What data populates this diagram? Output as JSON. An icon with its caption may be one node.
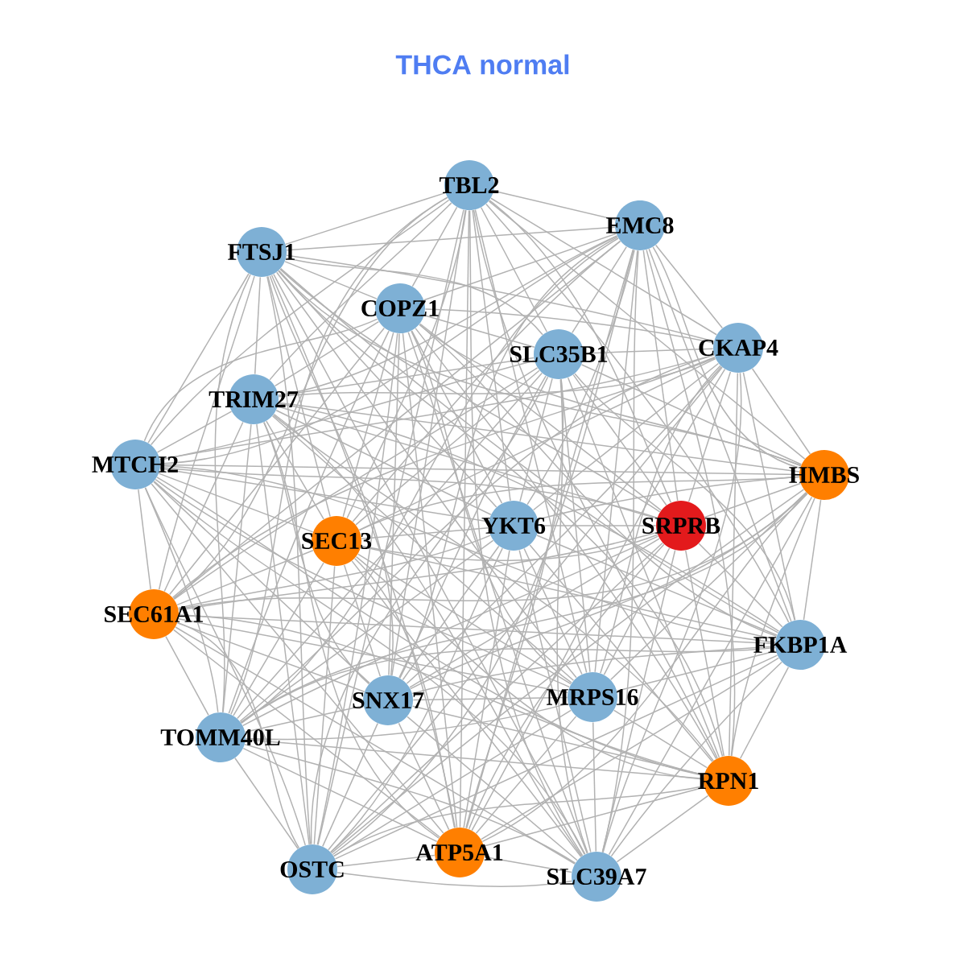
{
  "diagram": {
    "title": "THCA normal",
    "nodes": [
      {
        "text": [
          "TBL2"
        ]
      },
      {
        "text": [
          "EMC8"
        ]
      },
      {
        "text": [
          "FTSJ1"
        ]
      },
      {
        "text": [
          "COPZ1"
        ]
      },
      {
        "text": [
          "SLC35B1"
        ]
      },
      {
        "text": [
          "CKAP4"
        ]
      },
      {
        "text": [
          "TRIM27"
        ]
      },
      {
        "text": [
          "MTCH2"
        ]
      },
      {
        "text": [
          "HMBS"
        ]
      },
      {
        "text": [
          "SEC13"
        ]
      },
      {
        "text": [
          "YKT6"
        ]
      },
      {
        "text": [
          "SRPRB"
        ]
      },
      {
        "text": [
          "SEC61A1"
        ]
      },
      {
        "text": [
          "FKBP1A"
        ]
      },
      {
        "text": [
          "TOMM40L"
        ]
      },
      {
        "text": [
          "SNX17"
        ]
      },
      {
        "text": [
          "MRPS16"
        ]
      },
      {
        "text": [
          "RPN1"
        ]
      },
      {
        "text": [
          "OSTC"
        ]
      },
      {
        "text": [
          "ATP5A1"
        ]
      },
      {
        "text": [
          "SLC39A7"
        ]
      }
    ],
    "edges": [
      {
        "from": 0,
        "to": 1,
        "arrow": "none"
      },
      {
        "from": 0,
        "to": 2,
        "arrow": "none"
      },
      {
        "from": 0,
        "to": 3,
        "arrow": "none"
      },
      {
        "from": 0,
        "to": 4,
        "arrow": "none"
      },
      {
        "from": 0,
        "to": 5,
        "arrow": "none"
      },
      {
        "from": 0,
        "to": 6,
        "arrow": "none"
      },
      {
        "from": 0,
        "to": 7,
        "arrow": "none"
      },
      {
        "from": 0,
        "to": 8,
        "arrow": "none"
      },
      {
        "from": 0,
        "to": 9,
        "arrow": "none"
      },
      {
        "from": 0,
        "to": 10,
        "arrow": "none"
      },
      {
        "from": 0,
        "to": 11,
        "arrow": "none"
      },
      {
        "from": 0,
        "to": 12,
        "arrow": "none"
      },
      {
        "from": 0,
        "to": 13,
        "arrow": "none"
      },
      {
        "from": 0,
        "to": 14,
        "arrow": "none"
      },
      {
        "from": 0,
        "to": 15,
        "arrow": "none"
      },
      {
        "from": 0,
        "to": 16,
        "arrow": "none"
      },
      {
        "from": 0,
        "to": 17,
        "arrow": "none"
      },
      {
        "from": 0,
        "to": 18,
        "arrow": "none"
      },
      {
        "from": 0,
        "to": 19,
        "arrow": "none"
      },
      {
        "from": 0,
        "to": 20,
        "arrow": "none"
      },
      {
        "from": 1,
        "to": 2,
        "arrow": "none"
      },
      {
        "from": 1,
        "to": 3,
        "arrow": "none"
      },
      {
        "from": 1,
        "to": 4,
        "arrow": "none"
      },
      {
        "from": 1,
        "to": 5,
        "arrow": "none"
      },
      {
        "from": 1,
        "to": 6,
        "arrow": "none"
      },
      {
        "from": 1,
        "to": 7,
        "arrow": "none"
      },
      {
        "from": 1,
        "to": 8,
        "arrow": "none"
      },
      {
        "from": 1,
        "to": 9,
        "arrow": "none"
      },
      {
        "from": 1,
        "to": 10,
        "arrow": "none"
      },
      {
        "from": 1,
        "to": 11,
        "arrow": "none"
      },
      {
        "from": 1,
        "to": 12,
        "arrow": "none"
      },
      {
        "from": 1,
        "to": 13,
        "arrow": "none"
      },
      {
        "from": 1,
        "to": 14,
        "arrow": "none"
      },
      {
        "from": 1,
        "to": 15,
        "arrow": "none"
      },
      {
        "from": 1,
        "to": 16,
        "arrow": "none"
      },
      {
        "from": 1,
        "to": 17,
        "arrow": "none"
      },
      {
        "from": 1,
        "to": 18,
        "arrow": "none"
      },
      {
        "from": 1,
        "to": 19,
        "arrow": "none"
      },
      {
        "from": 1,
        "to": 20,
        "arrow": "none"
      },
      {
        "from": 2,
        "to": 3,
        "arrow": "none"
      },
      {
        "from": 2,
        "to": 4,
        "arrow": "none"
      },
      {
        "from": 2,
        "to": 5,
        "arrow": "none"
      },
      {
        "from": 2,
        "to": 6,
        "arrow": "none"
      },
      {
        "from": 2,
        "to": 7,
        "arrow": "none"
      },
      {
        "from": 2,
        "to": 8,
        "arrow": "none"
      },
      {
        "from": 2,
        "to": 9,
        "arrow": "none"
      },
      {
        "from": 2,
        "to": 10,
        "arrow": "none"
      },
      {
        "from": 2,
        "to": 11,
        "arrow": "none"
      },
      {
        "from": 2,
        "to": 12,
        "arrow": "none"
      },
      {
        "from": 2,
        "to": 13,
        "arrow": "none"
      },
      {
        "from": 2,
        "to": 14,
        "arrow": "none"
      },
      {
        "from": 2,
        "to": 15,
        "arrow": "none"
      },
      {
        "from": 2,
        "to": 16,
        "arrow": "none"
      },
      {
        "from": 2,
        "to": 17,
        "arrow": "none"
      },
      {
        "from": 2,
        "to": 18,
        "arrow": "none"
      },
      {
        "from": 2,
        "to": 19,
        "arrow": "none"
      },
      {
        "from": 2,
        "to": 20,
        "arrow": "none"
      },
      {
        "from": 3,
        "to": 4,
        "arrow": "none"
      },
      {
        "from": 3,
        "to": 5,
        "arrow": "none"
      },
      {
        "from": 3,
        "to": 6,
        "arrow": "none"
      },
      {
        "from": 3,
        "to": 7,
        "arrow": "none"
      },
      {
        "from": 3,
        "to": 8,
        "arrow": "none"
      },
      {
        "from": 3,
        "to": 9,
        "arrow": "none"
      },
      {
        "from": 3,
        "to": 10,
        "arrow": "none"
      },
      {
        "from": 3,
        "to": 11,
        "arrow": "none"
      },
      {
        "from": 3,
        "to": 12,
        "arrow": "none"
      },
      {
        "from": 3,
        "to": 13,
        "arrow": "none"
      },
      {
        "from": 3,
        "to": 14,
        "arrow": "none"
      },
      {
        "from": 3,
        "to": 15,
        "arrow": "none"
      },
      {
        "from": 3,
        "to": 16,
        "arrow": "none"
      },
      {
        "from": 3,
        "to": 17,
        "arrow": "none"
      },
      {
        "from": 3,
        "to": 18,
        "arrow": "none"
      },
      {
        "from": 3,
        "to": 19,
        "arrow": "none"
      },
      {
        "from": 3,
        "to": 20,
        "arrow": "none"
      },
      {
        "from": 4,
        "to": 5,
        "arrow": "none"
      },
      {
        "from": 4,
        "to": 6,
        "arrow": "none"
      },
      {
        "from": 4,
        "to": 7,
        "arrow": "none"
      },
      {
        "from": 4,
        "to": 8,
        "arrow": "none"
      },
      {
        "from": 4,
        "to": 9,
        "arrow": "none"
      },
      {
        "from": 4,
        "to": 10,
        "arrow": "none"
      },
      {
        "from": 4,
        "to": 11,
        "arrow": "none"
      },
      {
        "from": 4,
        "to": 12,
        "arrow": "none"
      },
      {
        "from": 4,
        "to": 13,
        "arrow": "none"
      },
      {
        "from": 4,
        "to": 14,
        "arrow": "none"
      },
      {
        "from": 4,
        "to": 15,
        "arrow": "none"
      },
      {
        "from": 4,
        "to": 16,
        "arrow": "none"
      },
      {
        "from": 4,
        "to": 17,
        "arrow": "none"
      },
      {
        "from": 4,
        "to": 18,
        "arrow": "none"
      },
      {
        "from": 4,
        "to": 19,
        "arrow": "none"
      },
      {
        "from": 4,
        "to": 20,
        "arrow": "none"
      },
      {
        "from": 5,
        "to": 6,
        "arrow": "none"
      },
      {
        "from": 5,
        "to": 7,
        "arrow": "none"
      },
      {
        "from": 5,
        "to": 8,
        "arrow": "none"
      },
      {
        "from": 5,
        "to": 9,
        "arrow": "none"
      },
      {
        "from": 5,
        "to": 10,
        "arrow": "none"
      },
      {
        "from": 5,
        "to": 11,
        "arrow": "none"
      },
      {
        "from": 5,
        "to": 12,
        "arrow": "none"
      },
      {
        "from": 5,
        "to": 13,
        "arrow": "none"
      },
      {
        "from": 5,
        "to": 14,
        "arrow": "none"
      },
      {
        "from": 5,
        "to": 15,
        "arrow": "none"
      },
      {
        "from": 5,
        "to": 16,
        "arrow": "none"
      },
      {
        "from": 5,
        "to": 17,
        "arrow": "none"
      },
      {
        "from": 5,
        "to": 18,
        "arrow": "none"
      },
      {
        "from": 5,
        "to": 19,
        "arrow": "none"
      },
      {
        "from": 5,
        "to": 20,
        "arrow": "none"
      },
      {
        "from": 6,
        "to": 7,
        "arrow": "none"
      },
      {
        "from": 6,
        "to": 8,
        "arrow": "none"
      },
      {
        "from": 6,
        "to": 9,
        "arrow": "none"
      },
      {
        "from": 6,
        "to": 10,
        "arrow": "none"
      },
      {
        "from": 6,
        "to": 11,
        "arrow": "none"
      },
      {
        "from": 6,
        "to": 12,
        "arrow": "none"
      },
      {
        "from": 6,
        "to": 13,
        "arrow": "none"
      },
      {
        "from": 6,
        "to": 14,
        "arrow": "none"
      },
      {
        "from": 6,
        "to": 15,
        "arrow": "none"
      },
      {
        "from": 6,
        "to": 16,
        "arrow": "none"
      },
      {
        "from": 6,
        "to": 17,
        "arrow": "none"
      },
      {
        "from": 6,
        "to": 18,
        "arrow": "none"
      },
      {
        "from": 6,
        "to": 19,
        "arrow": "none"
      },
      {
        "from": 6,
        "to": 20,
        "arrow": "none"
      },
      {
        "from": 7,
        "to": 8,
        "arrow": "none"
      },
      {
        "from": 7,
        "to": 9,
        "arrow": "none"
      },
      {
        "from": 7,
        "to": 10,
        "arrow": "none"
      },
      {
        "from": 7,
        "to": 11,
        "arrow": "none"
      },
      {
        "from": 7,
        "to": 12,
        "arrow": "none"
      },
      {
        "from": 7,
        "to": 13,
        "arrow": "none"
      },
      {
        "from": 7,
        "to": 14,
        "arrow": "none"
      },
      {
        "from": 7,
        "to": 15,
        "arrow": "none"
      },
      {
        "from": 7,
        "to": 16,
        "arrow": "none"
      },
      {
        "from": 7,
        "to": 17,
        "arrow": "none"
      },
      {
        "from": 7,
        "to": 18,
        "arrow": "none"
      },
      {
        "from": 7,
        "to": 19,
        "arrow": "none"
      },
      {
        "from": 7,
        "to": 20,
        "arrow": "none"
      },
      {
        "from": 8,
        "to": 9,
        "arrow": "none"
      },
      {
        "from": 8,
        "to": 10,
        "arrow": "none"
      },
      {
        "from": 8,
        "to": 11,
        "arrow": "none"
      },
      {
        "from": 8,
        "to": 12,
        "arrow": "none"
      },
      {
        "from": 8,
        "to": 13,
        "arrow": "none"
      },
      {
        "from": 8,
        "to": 14,
        "arrow": "none"
      },
      {
        "from": 8,
        "to": 15,
        "arrow": "none"
      },
      {
        "from": 8,
        "to": 16,
        "arrow": "none"
      },
      {
        "from": 8,
        "to": 17,
        "arrow": "none"
      },
      {
        "from": 8,
        "to": 18,
        "arrow": "none"
      },
      {
        "from": 8,
        "to": 19,
        "arrow": "none"
      },
      {
        "from": 8,
        "to": 20,
        "arrow": "none"
      },
      {
        "from": 9,
        "to": 10,
        "arrow": "none"
      },
      {
        "from": 9,
        "to": 11,
        "arrow": "none"
      },
      {
        "from": 9,
        "to": 12,
        "arrow": "none"
      },
      {
        "from": 9,
        "to": 13,
        "arrow": "none"
      },
      {
        "from": 9,
        "to": 14,
        "arrow": "none"
      },
      {
        "from": 9,
        "to": 15,
        "arrow": "none"
      },
      {
        "from": 9,
        "to": 16,
        "arrow": "none"
      },
      {
        "from": 9,
        "to": 17,
        "arrow": "none"
      },
      {
        "from": 9,
        "to": 18,
        "arrow": "none"
      },
      {
        "from": 9,
        "to": 19,
        "arrow": "none"
      },
      {
        "from": 9,
        "to": 20,
        "arrow": "none"
      },
      {
        "from": 10,
        "to": 11,
        "arrow": "none"
      },
      {
        "from": 10,
        "to": 12,
        "arrow": "none"
      },
      {
        "from": 10,
        "to": 13,
        "arrow": "none"
      },
      {
        "from": 10,
        "to": 14,
        "arrow": "none"
      },
      {
        "from": 10,
        "to": 15,
        "arrow": "none"
      },
      {
        "from": 10,
        "to": 16,
        "arrow": "none"
      },
      {
        "from": 10,
        "to": 17,
        "arrow": "none"
      },
      {
        "from": 10,
        "to": 18,
        "arrow": "none"
      },
      {
        "from": 10,
        "to": 19,
        "arrow": "none"
      },
      {
        "from": 10,
        "to": 20,
        "arrow": "none"
      },
      {
        "from": 11,
        "to": 12,
        "arrow": "none"
      },
      {
        "from": 11,
        "to": 13,
        "arrow": "none"
      },
      {
        "from": 11,
        "to": 14,
        "arrow": "none"
      },
      {
        "from": 11,
        "to": 15,
        "arrow": "none"
      },
      {
        "from": 11,
        "to": 16,
        "arrow": "none"
      },
      {
        "from": 11,
        "to": 17,
        "arrow": "none"
      },
      {
        "from": 11,
        "to": 18,
        "arrow": "none"
      },
      {
        "from": 11,
        "to": 19,
        "arrow": "none"
      },
      {
        "from": 11,
        "to": 20,
        "arrow": "none"
      },
      {
        "from": 12,
        "to": 13,
        "arrow": "none"
      },
      {
        "from": 12,
        "to": 14,
        "arrow": "none"
      },
      {
        "from": 12,
        "to": 15,
        "arrow": "none"
      },
      {
        "from": 12,
        "to": 16,
        "arrow": "none"
      },
      {
        "from": 12,
        "to": 17,
        "arrow": "none"
      },
      {
        "from": 12,
        "to": 18,
        "arrow": "none"
      },
      {
        "from": 12,
        "to": 19,
        "arrow": "none"
      },
      {
        "from": 12,
        "to": 20,
        "arrow": "none"
      },
      {
        "from": 13,
        "to": 14,
        "arrow": "none"
      },
      {
        "from": 13,
        "to": 15,
        "arrow": "none"
      },
      {
        "from": 13,
        "to": 16,
        "arrow": "none"
      },
      {
        "from": 13,
        "to": 17,
        "arrow": "none"
      },
      {
        "from": 13,
        "to": 18,
        "arrow": "none"
      },
      {
        "from": 13,
        "to": 19,
        "arrow": "none"
      },
      {
        "from": 13,
        "to": 20,
        "arrow": "none"
      },
      {
        "from": 14,
        "to": 15,
        "arrow": "none"
      },
      {
        "from": 14,
        "to": 16,
        "arrow": "none"
      },
      {
        "from": 14,
        "to": 17,
        "arrow": "none"
      },
      {
        "from": 14,
        "to": 18,
        "arrow": "none"
      },
      {
        "from": 14,
        "to": 19,
        "arrow": "none"
      },
      {
        "from": 14,
        "to": 20,
        "arrow": "none"
      },
      {
        "from": 15,
        "to": 16,
        "arrow": "none"
      },
      {
        "from": 15,
        "to": 17,
        "arrow": "none"
      },
      {
        "from": 15,
        "to": 18,
        "arrow": "none"
      },
      {
        "from": 15,
        "to": 19,
        "arrow": "none"
      },
      {
        "from": 15,
        "to": 20,
        "arrow": "none"
      },
      {
        "from": 16,
        "to": 17,
        "arrow": "none"
      },
      {
        "from": 16,
        "to": 18,
        "arrow": "none"
      },
      {
        "from": 16,
        "to": 19,
        "arrow": "none"
      },
      {
        "from": 16,
        "to": 20,
        "arrow": "none"
      },
      {
        "from": 17,
        "to": 18,
        "arrow": "none"
      },
      {
        "from": 17,
        "to": 19,
        "arrow": "none"
      },
      {
        "from": 17,
        "to": 20,
        "arrow": "none"
      },
      {
        "from": 18,
        "to": 19,
        "arrow": "none"
      },
      {
        "from": 18,
        "to": 20,
        "arrow": "none"
      },
      {
        "from": 19,
        "to": 20,
        "arrow": "none"
      }
    ]
  }
}
